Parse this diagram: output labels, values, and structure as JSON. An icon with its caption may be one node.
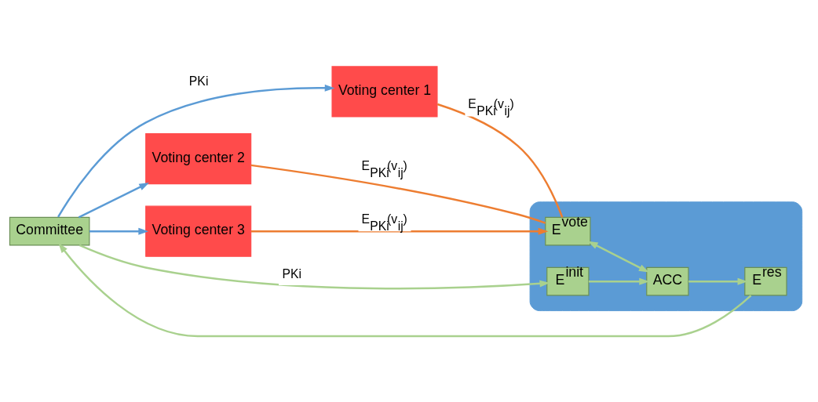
{
  "diagram": {
    "nodes": [
      {
        "text": [
          "Committee"
        ]
      },
      {
        "text": [
          "Voting center 1"
        ]
      },
      {
        "text": [
          "Voting center 2"
        ]
      },
      {
        "text": [
          "Voting center 3"
        ]
      },
      {
        "text": [],
        "shape": "cloud"
      },
      {
        "text": [
          "E$^{init}$"
        ],
        "in": 4
      },
      {
        "text": [
          "E$^{res}$"
        ],
        "in": 4
      },
      {
        "text": [
          "ACC"
        ],
        "in": 4
      },
      {
        "text": [
          "E$^{vote}$"
        ],
        "in": 4
      }
    ],
    "edges": [
      {
        "from": 0,
        "to": 1,
        "arrow": "to",
        "label": "PKi",
        "color": "#5b9bd5"
      },
      {
        "from": 0,
        "to": 2,
        "arrow": "to",
        "color": "#5b9bd5"
      },
      {
        "from": 0,
        "to": 3,
        "arrow": "to",
        "color": "#5b9bd5"
      },
      {
        "from": 0,
        "to": 5,
        "arrow": "to",
        "label": "PKi",
        "color": "#a9d18e"
      },
      {
        "from": 6,
        "to": 0,
        "arrow": "to",
        "color": "#a9d18e"
      },
      {
        "from": 1,
        "to": 8,
        "arrow": "none",
        "label": "E$_{PKi}$(v$_{ij}$)",
        "color": "#ed7d31"
      },
      {
        "from": 2,
        "to": 8,
        "arrow": "none",
        "label": "E$_{PKi}$(v$_{ij}$)",
        "color": "#ed7d31"
      },
      {
        "from": 3,
        "to": 8,
        "arrow": "to",
        "label": "E$_{PKi}$(v$_{ij}$)",
        "color": "#ed7d31"
      },
      {
        "from": 5,
        "to": 7,
        "arrow": "to",
        "color": "#a9d18e"
      },
      {
        "from": 7,
        "to": 6,
        "arrow": "to",
        "color": "#a9d18e"
      },
      {
        "from": 8,
        "to": 7,
        "arrow": "both",
        "color": "#a9d18e"
      }
    ]
  }
}
